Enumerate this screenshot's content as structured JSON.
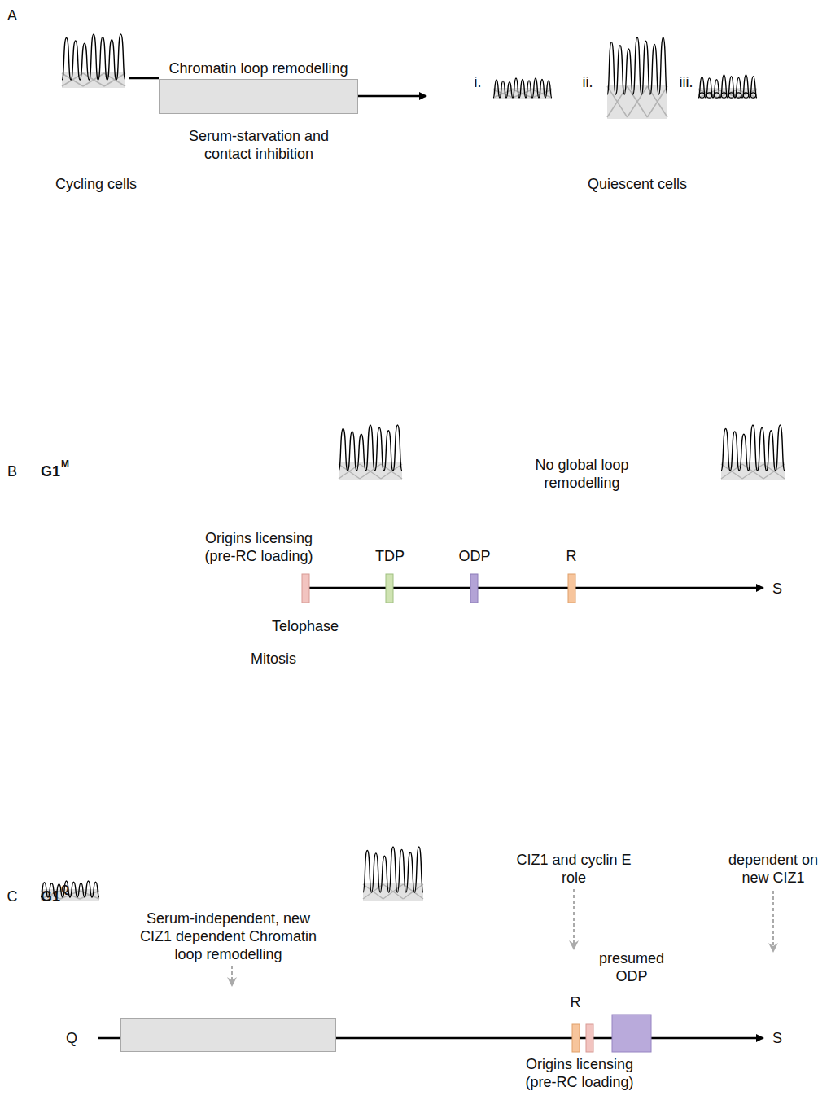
{
  "diagram": {
    "nodes": [
      {
        "text": [
          "Chromatin loop remodelling"
        ]
      },
      {
        "text": [
          "Serum-independent, new CIZ1 dependent Chromatin loop remodelling"
        ]
      }
    ],
    "labels": [
      "A",
      "Cycling cells",
      "Serum-starvation and contact inhibition",
      "i.",
      "ii.",
      "iii.",
      "Quiescent cells",
      "B",
      "G1",
      "M",
      "No global loop remodelling",
      "Origins licensing (pre-RC loading)",
      "TDP",
      "ODP",
      "R",
      "S",
      "Telophase",
      "Mitosis",
      "C",
      "G1",
      "Q",
      "Q",
      "CIZ1 and cyclin E role",
      "dependent on new CIZ1",
      "R",
      "presumed ODP",
      "Origins licensing (pre-RC loading)",
      "S"
    ]
  }
}
